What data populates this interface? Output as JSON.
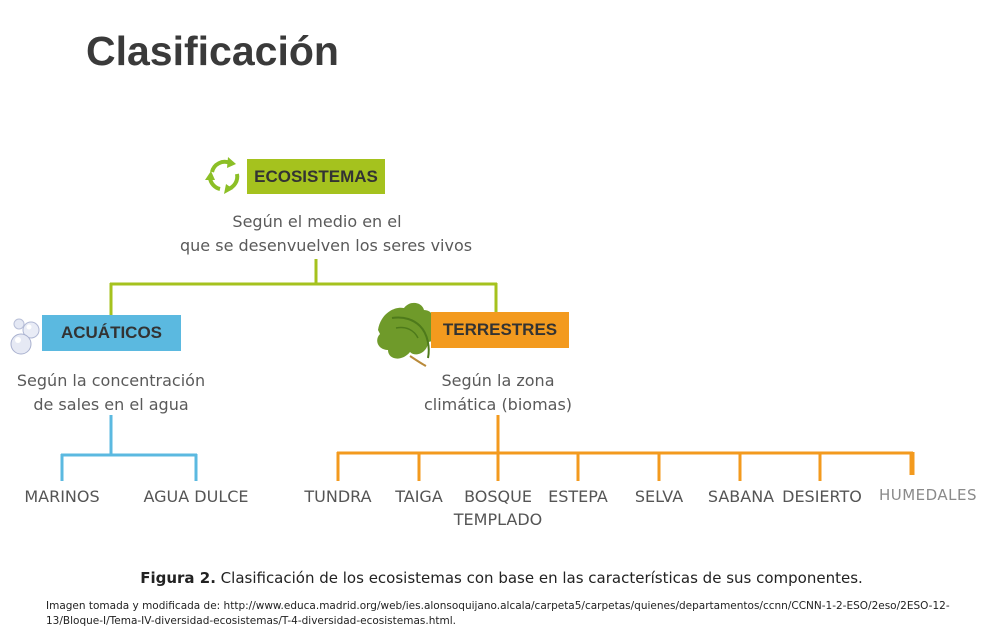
{
  "title": "Clasificación",
  "diagram": {
    "root": {
      "label": "ECOSISTEMAS",
      "criterion_line1": "Según el medio en el",
      "criterion_line2": "que se desenvuelven los seres vivos"
    },
    "aquatic": {
      "label": "ACUÁTICOS",
      "criterion_line1": "Según la concentración",
      "criterion_line2": "de sales en el agua",
      "children": [
        "MARINOS",
        "AGUA DULCE"
      ]
    },
    "terrestrial": {
      "label": "TERRESTRES",
      "criterion_line1": "Según la zona",
      "criterion_line2": "climática (biomas)",
      "children": [
        "TUNDRA",
        "TAIGA",
        "BOSQUE",
        "TEMPLADO",
        "ESTEPA",
        "SELVA",
        "SABANA",
        "DESIERTO",
        "HUMEDALES"
      ]
    }
  },
  "colors": {
    "root": "#a5c21e",
    "aquatic": "#5bb9e0",
    "terrestrial": "#f39a1e",
    "root_line": "#a5c21e"
  },
  "icons": {
    "root": "recycle-arrows-icon",
    "aquatic": "bubbles-icon",
    "terrestrial": "oak-leaf-icon"
  },
  "caption": {
    "bold": "Figura 2.",
    "text": " Clasificación de los ecosistemas con base en las características de sus componentes."
  },
  "source_line1": "Imagen tomada y modificada de: http://www.educa.madrid.org/web/ies.alonsoquijano.alcala/carpeta5/carpetas/quienes/departamentos/ccnn/CCNN-1-2-ESO/2eso/2ESO-12-",
  "source_line2": "13/Bloque-I/Tema-IV-diversidad-ecosistemas/T-4-diversidad-ecosistemas.html."
}
